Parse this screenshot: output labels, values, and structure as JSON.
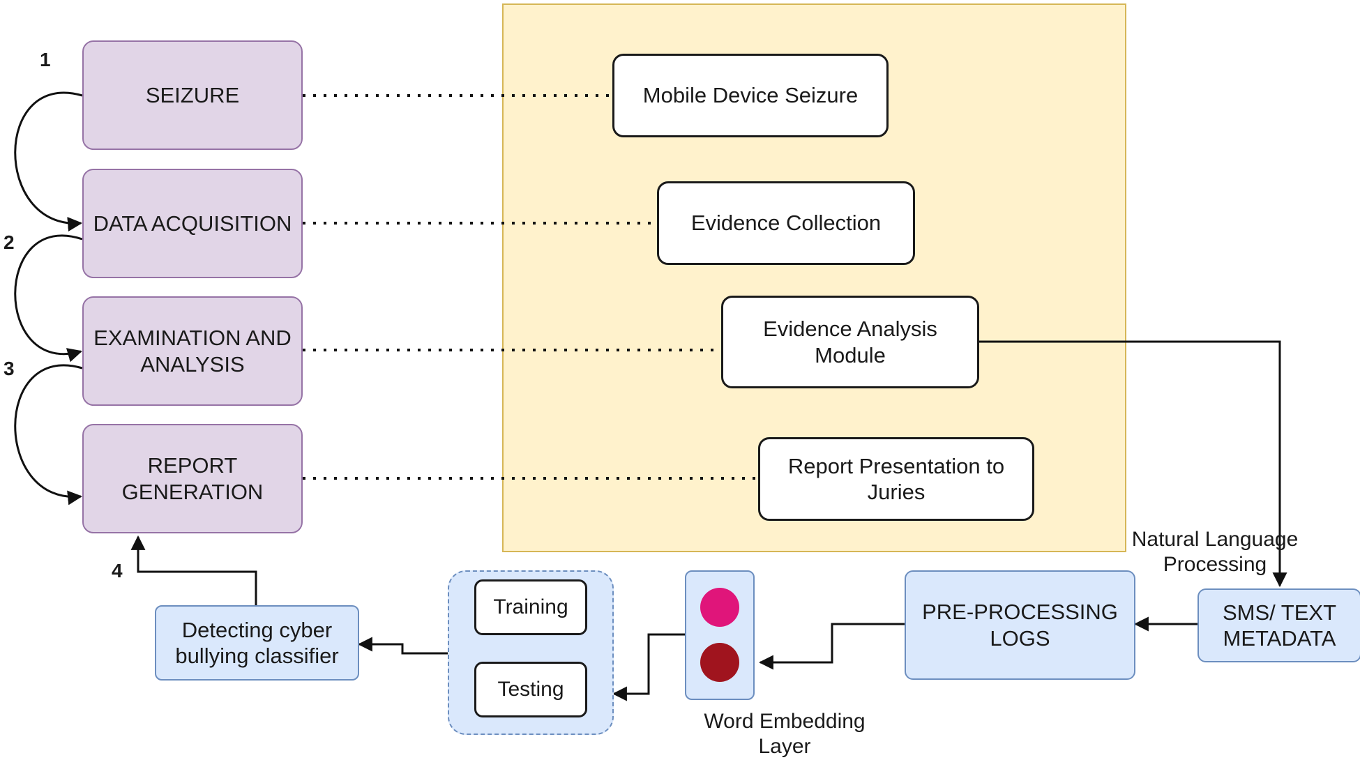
{
  "stages": [
    {
      "num": "1",
      "label": "SEIZURE"
    },
    {
      "num": "2",
      "label": "DATA ACQUISITION"
    },
    {
      "num": "3",
      "label": "EXAMINATION AND\nANALYSIS"
    },
    {
      "num": "4",
      "label": "REPORT\nGENERATION"
    }
  ],
  "modules": [
    {
      "label": "Mobile Device Seizure"
    },
    {
      "label": "Evidence Collection"
    },
    {
      "label": "Evidence Analysis\nModule"
    },
    {
      "label": "Report Presentation to\nJuries"
    }
  ],
  "pipeline": {
    "sms": "SMS/ TEXT\nMETADATA",
    "nlp_label": "Natural Language\nProcessing",
    "preprocessing": "PRE-PROCESSING\nLOGS",
    "embedding_label": "Word Embedding\nLayer",
    "training": "Training",
    "testing": "Testing",
    "classifier": "Detecting cyber\nbullying classifier"
  },
  "colors": {
    "stage_fill": "#e1d5e7",
    "panel_fill": "#fff2cc",
    "pipeline_fill": "#dae8fc",
    "dot_pink": "#e0157a",
    "dot_red": "#a0141e"
  }
}
